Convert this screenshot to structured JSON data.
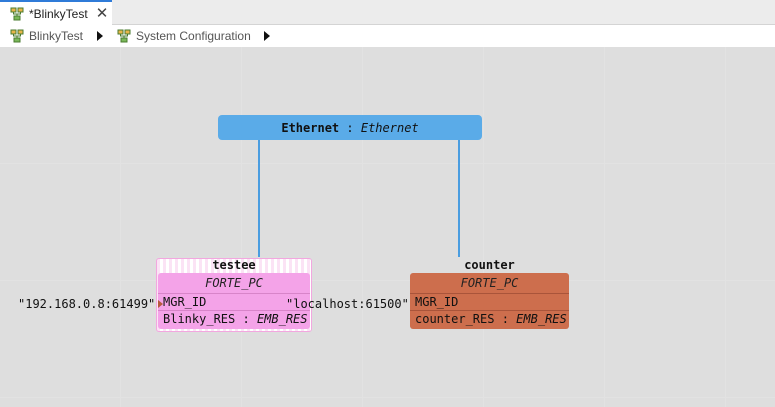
{
  "tab": {
    "title": "*BlinkyTest",
    "close_symbol": "✕",
    "icon": "system-icon"
  },
  "breadcrumb": {
    "items": [
      {
        "label": "BlinkyTest",
        "icon": "system-icon"
      },
      {
        "label": "System Configuration",
        "icon": "system-configuration-icon"
      }
    ]
  },
  "diagram": {
    "segment": {
      "name": "Ethernet",
      "separator": " : ",
      "type": "Ethernet",
      "color": "#5aabe8"
    },
    "devices": [
      {
        "name": "testee",
        "type": "FORTE_PC",
        "color": "#f4a3e8",
        "param_label": "MGR_ID",
        "param_value": "\"192.168.0.8:61499\"",
        "resource_name": "Blinky_RES",
        "resource_type": "EMB_RES"
      },
      {
        "name": "counter",
        "type": "FORTE_PC",
        "color": "#cd6e4d",
        "param_label": "MGR_ID",
        "param_value": "\"localhost:61500\"",
        "resource_name": "counter_RES",
        "resource_type": "EMB_RES"
      }
    ]
  },
  "colors": {
    "link": "#4a9de0",
    "tab_accent": "#2f7bd8"
  }
}
